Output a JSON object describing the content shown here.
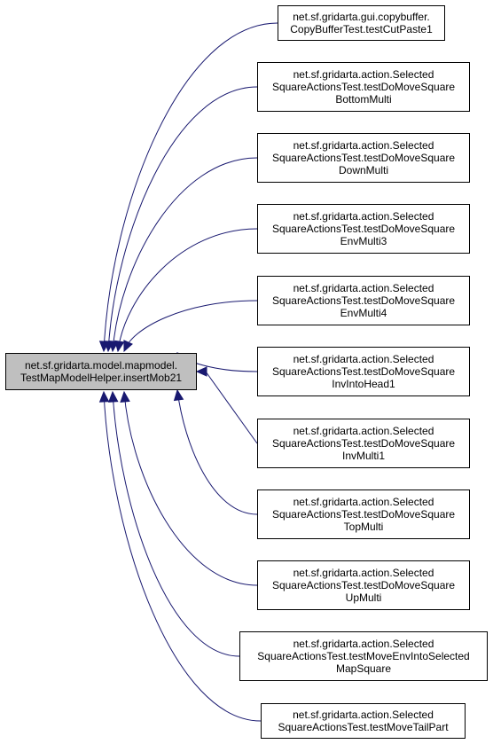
{
  "focus": {
    "lines": [
      "net.sf.gridarta.model.mapmodel.",
      "TestMapModelHelper.insertMob21"
    ]
  },
  "callers": [
    {
      "lines": [
        "net.sf.gridarta.gui.copybuffer.",
        "CopyBufferTest.testCutPaste1"
      ]
    },
    {
      "lines": [
        "net.sf.gridarta.action.Selected",
        "SquareActionsTest.testDoMoveSquare",
        "BottomMulti"
      ]
    },
    {
      "lines": [
        "net.sf.gridarta.action.Selected",
        "SquareActionsTest.testDoMoveSquare",
        "DownMulti"
      ]
    },
    {
      "lines": [
        "net.sf.gridarta.action.Selected",
        "SquareActionsTest.testDoMoveSquare",
        "EnvMulti3"
      ]
    },
    {
      "lines": [
        "net.sf.gridarta.action.Selected",
        "SquareActionsTest.testDoMoveSquare",
        "EnvMulti4"
      ]
    },
    {
      "lines": [
        "net.sf.gridarta.action.Selected",
        "SquareActionsTest.testDoMoveSquare",
        "InvIntoHead1"
      ]
    },
    {
      "lines": [
        "net.sf.gridarta.action.Selected",
        "SquareActionsTest.testDoMoveSquare",
        "InvMulti1"
      ]
    },
    {
      "lines": [
        "net.sf.gridarta.action.Selected",
        "SquareActionsTest.testDoMoveSquare",
        "TopMulti"
      ]
    },
    {
      "lines": [
        "net.sf.gridarta.action.Selected",
        "SquareActionsTest.testDoMoveSquare",
        "UpMulti"
      ]
    },
    {
      "lines": [
        "net.sf.gridarta.action.Selected",
        "SquareActionsTest.testMoveEnvIntoSelected",
        "MapSquare"
      ]
    },
    {
      "lines": [
        "net.sf.gridarta.action.Selected",
        "SquareActionsTest.testMoveTailPart"
      ]
    }
  ],
  "colors": {
    "edge": "#191970",
    "focus_fill": "#bfbfbf",
    "node_border": "#000000"
  }
}
